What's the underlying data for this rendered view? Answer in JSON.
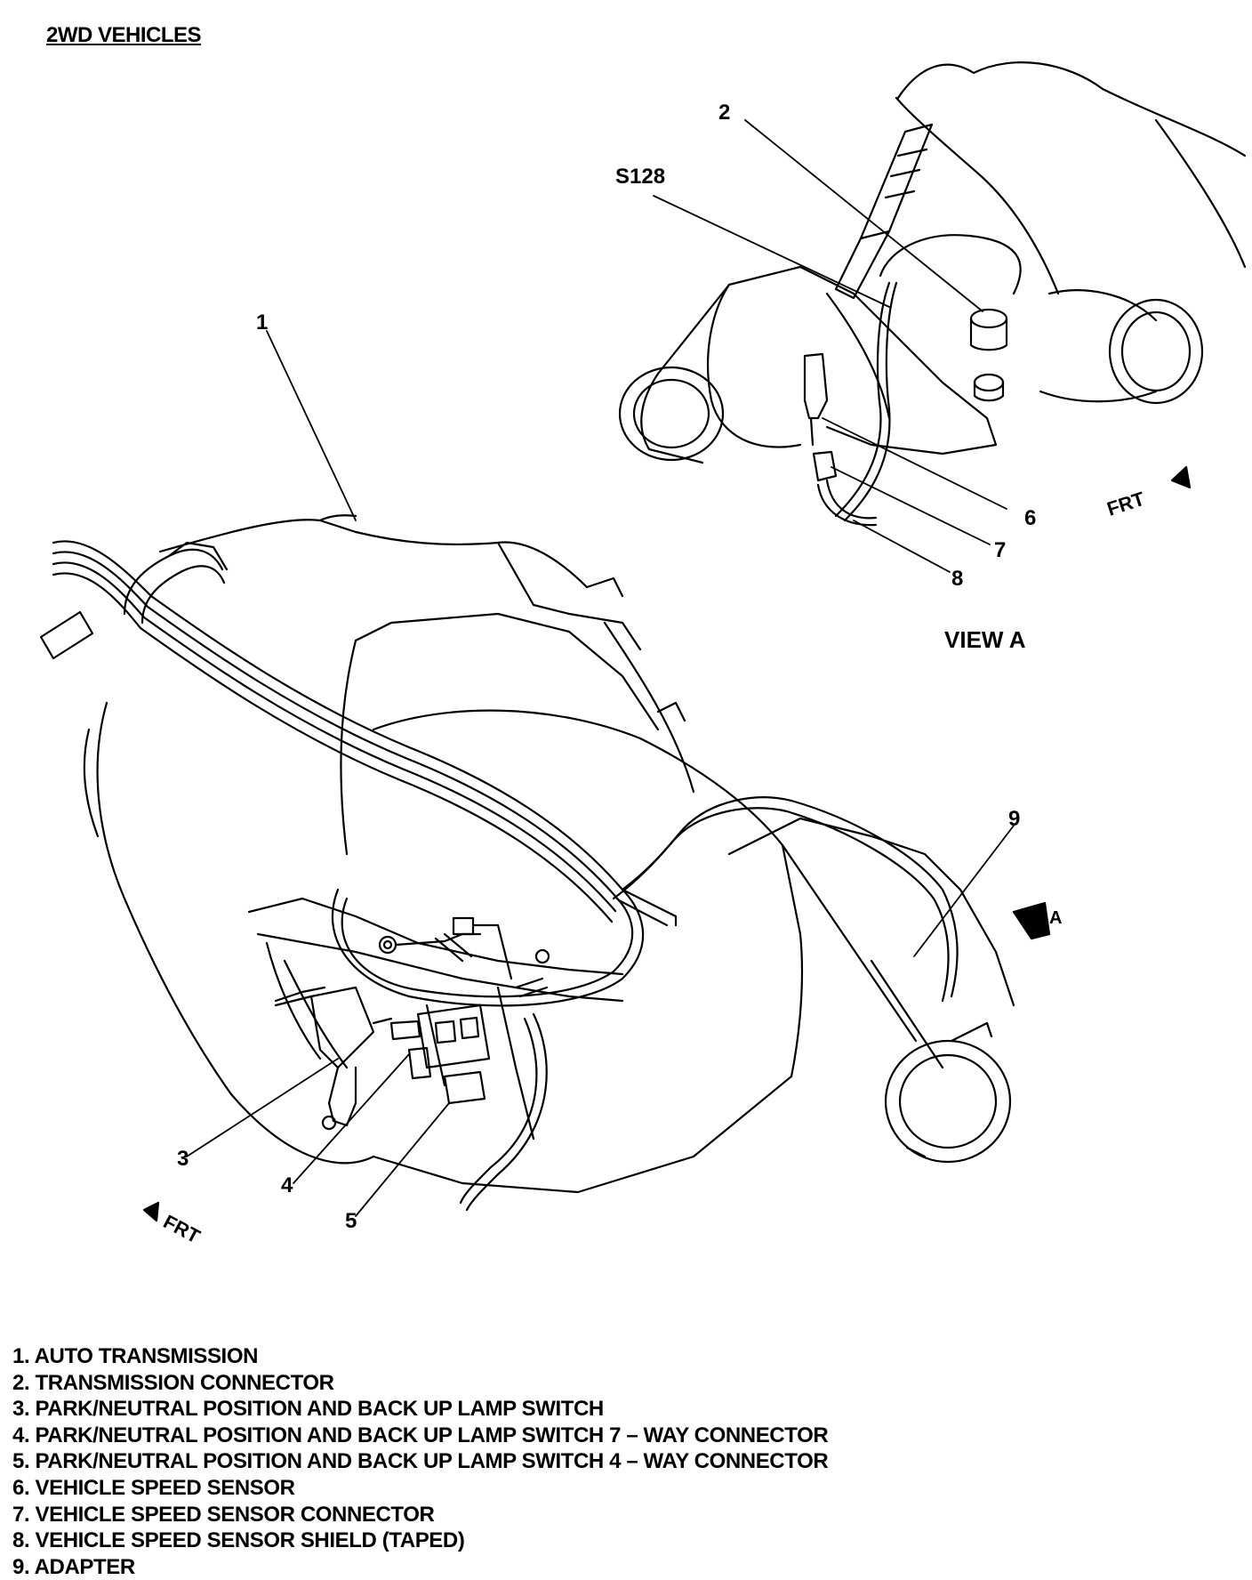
{
  "header": {
    "title": "2WD VEHICLES"
  },
  "callouts": {
    "c1": "1",
    "c2": "2",
    "c3": "3",
    "c4": "4",
    "c5": "5",
    "c6": "6",
    "c7": "7",
    "c8": "8",
    "c9": "9",
    "s128": "S128"
  },
  "view_label": "VIEW  A",
  "view_arrow_label": "A",
  "frt_label": "FRT",
  "legend": [
    "1. AUTO TRANSMISSION",
    "2. TRANSMISSION CONNECTOR",
    "3. PARK/NEUTRAL POSITION AND BACK UP LAMP SWITCH",
    "4. PARK/NEUTRAL POSITION AND BACK UP LAMP SWITCH 7 – WAY CONNECTOR",
    "5. PARK/NEUTRAL POSITION AND BACK UP LAMP SWITCH 4 – WAY CONNECTOR",
    "6. VEHICLE SPEED SENSOR",
    "7. VEHICLE SPEED SENSOR CONNECTOR",
    "8. VEHICLE SPEED SENSOR SHIELD (TAPED)",
    "9. ADAPTER"
  ]
}
